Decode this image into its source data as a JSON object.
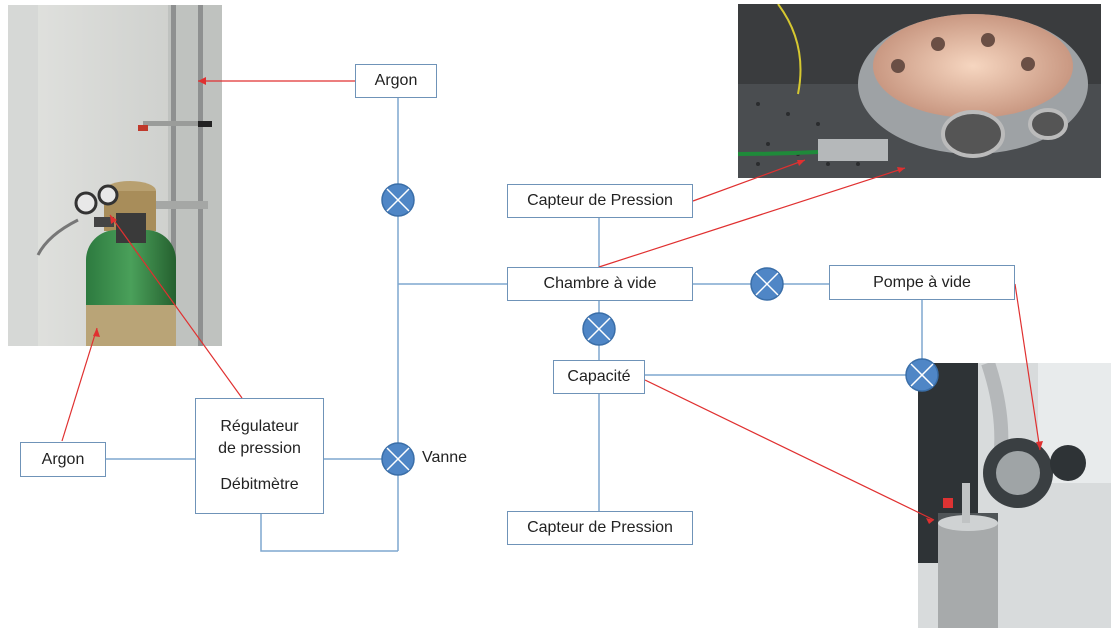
{
  "nodes": {
    "argon_top": "Argon",
    "argon_left": "Argon",
    "regulator_line1": "Régulateur",
    "regulator_line2": "de pression",
    "regulator_line3": "Débitmètre",
    "pressure_sensor_top": "Capteur de Pression",
    "vacuum_chamber": "Chambre à vide",
    "vacuum_pump": "Pompe à vide",
    "capacity": "Capacité",
    "pressure_sensor_bottom": "Capteur de Pression"
  },
  "labels": {
    "valve": "Vanne"
  },
  "colors": {
    "pipe": "#7fa7cf",
    "valve_fill": "#4f86c6",
    "valve_stroke": "#3a6ea8",
    "box_border": "#6f93b8",
    "pointer_line": "#e03030"
  },
  "photos": {
    "gas_bottle": "argon gas cylinder with pressure regulator photo",
    "vacuum_chamber": "vacuum chamber photo",
    "pump_capacity": "vacuum pump and capacity cylinder photo"
  }
}
